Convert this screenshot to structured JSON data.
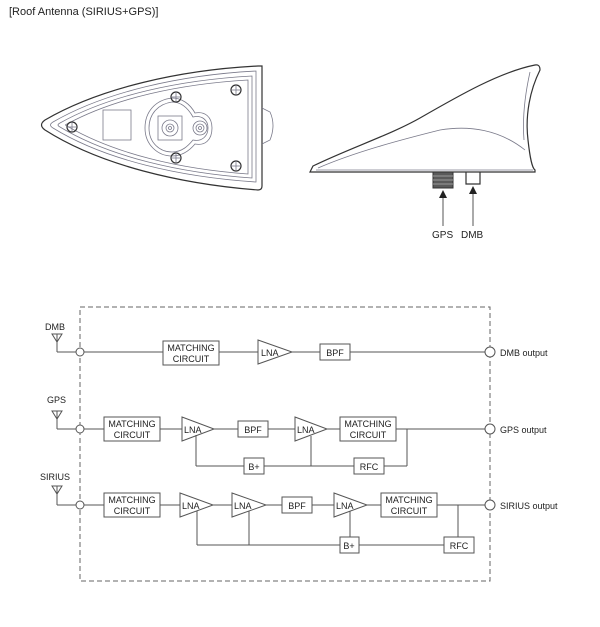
{
  "title": "[Roof Antenna (SIRIUS+GPS)]",
  "side_view": {
    "connectors": [
      {
        "label": "GPS"
      },
      {
        "label": "DMB"
      }
    ]
  },
  "block_diagram": {
    "channels": [
      {
        "input": "DMB",
        "output": "DMB output",
        "blocks": [
          "MATCHING\nCIRCUIT",
          "LNA",
          "BPF"
        ],
        "matching_line1": "MATCHING",
        "matching_line2": "CIRCUIT",
        "lna": "LNA",
        "bpf": "BPF"
      },
      {
        "input": "GPS",
        "output": "GPS output",
        "matching_line1": "MATCHING",
        "matching_line2": "CIRCUIT",
        "lna": "LNA",
        "bpf": "BPF",
        "bplus": "B+",
        "rfc": "RFC"
      },
      {
        "input": "SIRIUS",
        "output": "SIRIUS output",
        "matching_line1": "MATCHING",
        "matching_line2": "CIRCUIT",
        "lna": "LNA",
        "bpf": "BPF",
        "bplus": "B+",
        "rfc": "RFC"
      }
    ]
  }
}
